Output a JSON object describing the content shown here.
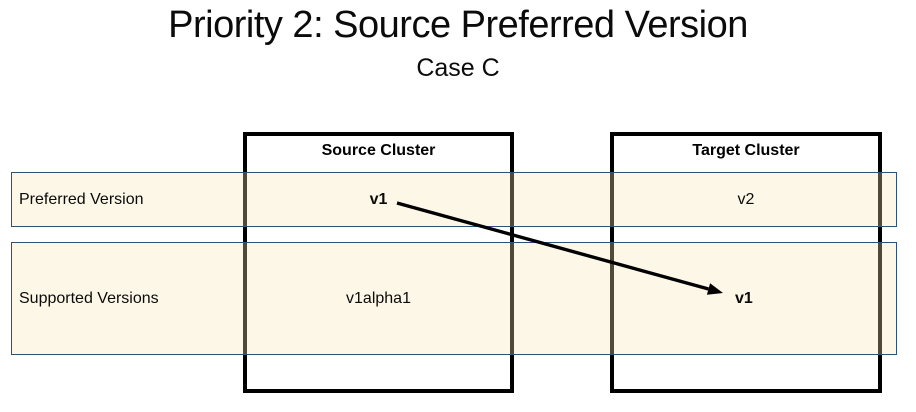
{
  "title": "Priority 2: Source Preferred Version",
  "subtitle": "Case C",
  "rows": [
    {
      "label": "Preferred Version"
    },
    {
      "label": "Supported Versions"
    }
  ],
  "clusters": [
    {
      "name": "Source Cluster",
      "preferred": "v1",
      "supported": "v1alpha1"
    },
    {
      "name": "Target Cluster",
      "preferred": "v2",
      "supported": "v1"
    }
  ],
  "arrow": {
    "from_cluster": "Source Cluster",
    "from_row": "Preferred Version",
    "from_value": "v1",
    "to_cluster": "Target Cluster",
    "to_row": "Supported Versions",
    "to_value": "v1"
  },
  "colors": {
    "background": "#FFFFFF",
    "band_fill": "#FDF8E7",
    "band_border": "#2D517F",
    "box_border": "#000000",
    "arrow": "#000000",
    "text": "#000000"
  }
}
